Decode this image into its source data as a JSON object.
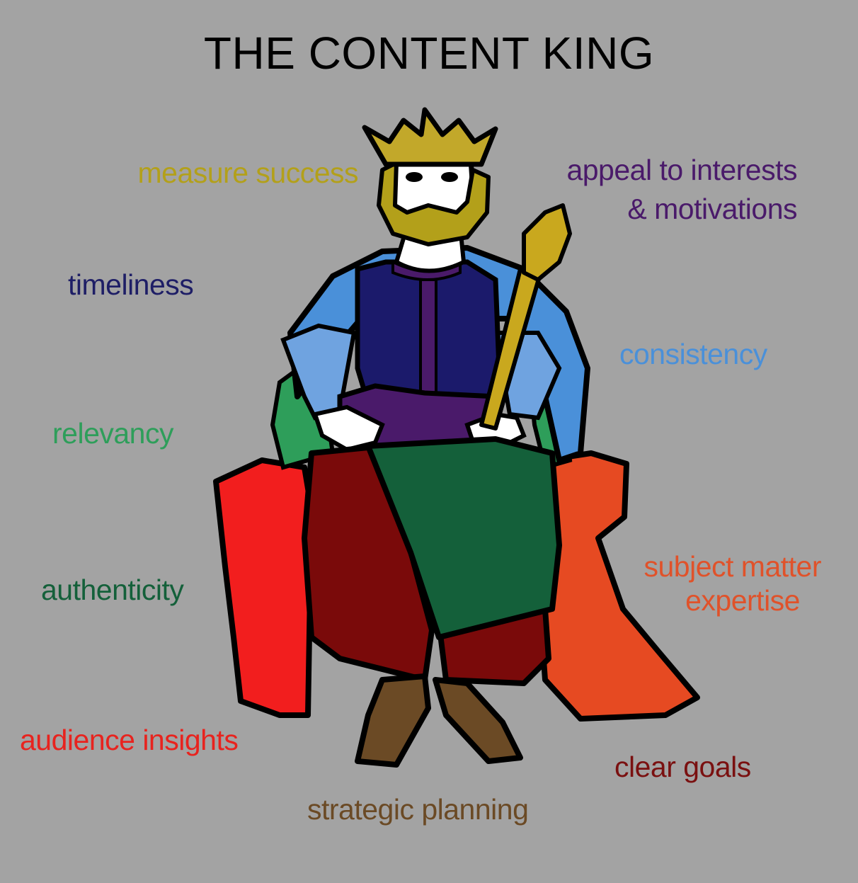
{
  "title": "THE CONTENT KING",
  "labels": {
    "measure_success": {
      "text": "measure success",
      "color": "#b3a01a"
    },
    "appeal_line1": {
      "text": "appeal to interests",
      "color": "#4a1a6a"
    },
    "appeal_line2": {
      "text": "& motivations",
      "color": "#4a1a6a"
    },
    "timeliness": {
      "text": "timeliness",
      "color": "#1e1e66"
    },
    "consistency": {
      "text": "consistency",
      "color": "#4a90d9"
    },
    "relevancy": {
      "text": "relevancy",
      "color": "#2e9e5a"
    },
    "authenticity": {
      "text": "authenticity",
      "color": "#14603a"
    },
    "subject_line1": {
      "text": "subject matter",
      "color": "#e0522a"
    },
    "subject_line2": {
      "text": "expertise",
      "color": "#e0522a"
    },
    "audience_insights": {
      "text": "audience insights",
      "color": "#e8231e"
    },
    "clear_goals": {
      "text": "clear goals",
      "color": "#7a1010"
    },
    "strategic_planning": {
      "text": "strategic planning",
      "color": "#6b4a25"
    }
  },
  "colors": {
    "background": "#a3a3a3",
    "crown": "#c2a82a",
    "beard": "#b3a01a",
    "face": "#ffffff",
    "cape": "#4a90d9",
    "tunic": "#1b1a6b",
    "belt": "#4a1a6a",
    "throne_green": "#2e9e5a",
    "robe_green": "#14603a",
    "robe_maroon": "#7a0a0a",
    "throne_red": "#f21e1e",
    "cape_orange": "#e64a22",
    "shoes": "#6b4a25",
    "scepter": "#c9a81e"
  }
}
